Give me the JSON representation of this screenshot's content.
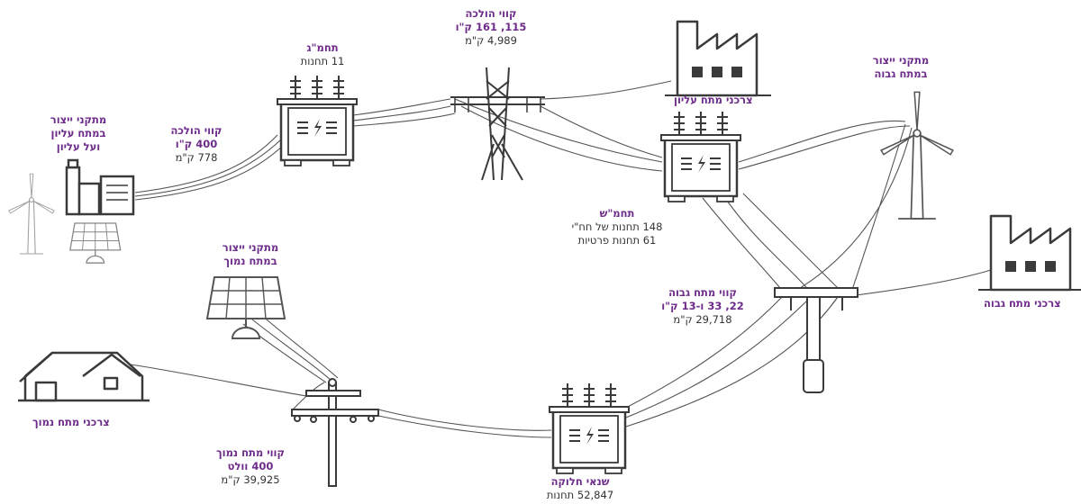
{
  "colors": {
    "accent": "#6d2b8a",
    "line": "#555555",
    "ink": "#3a3a3a",
    "muted": "#aaaaaa"
  },
  "labels": {
    "tahmag": {
      "title": "תחמ\"ג",
      "sub1": "11 תחנות"
    },
    "transmission161": {
      "title1": "קווי הולכה",
      "title2": "115, 161 ק\"ו",
      "sub1": "4,989 ק\"מ"
    },
    "extraHighConsumers": {
      "title": "צרכני מתח עליון"
    },
    "windProducers": {
      "title1": "מתקני ייצור",
      "title2": "במתח גבוה"
    },
    "producersExtra": {
      "title1": "מתקני ייצור",
      "title2": "במתח עליון",
      "title3": "ועל עליון"
    },
    "transmission400": {
      "title1": "קווי הולכה",
      "title2": "400 ק\"ו",
      "sub1": "778 ק\"מ"
    },
    "tahmash": {
      "title": "תחמ\"ש",
      "sub1": "148 תחנות של חח\"י",
      "sub2": "61 תחנות פרטיות"
    },
    "highConsumers": {
      "title": "צרכני מתח גבוה"
    },
    "solarLow": {
      "title1": "מתקני ייצור",
      "title2": "במתח נמוך"
    },
    "highVoltageLines": {
      "title1": "קווי מתח גבוה",
      "title2": "22, 33 ו-13 ק\"ו",
      "sub1": "29,718 ק\"מ"
    },
    "lowConsumers": {
      "title": "צרכני מתח נמוך"
    },
    "lowVoltageLines": {
      "title1": "קווי מתח נמוך",
      "title2": "400 וולט",
      "sub1": "39,925 ק\"מ"
    },
    "distributionTransformers": {
      "title": "שנאי חלוקה",
      "sub1": "52,847 תחנות"
    }
  }
}
